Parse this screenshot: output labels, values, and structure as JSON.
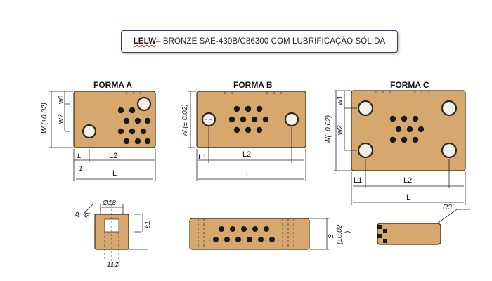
{
  "title": {
    "brand": "LELW",
    "rest": "– BRONZE SAE-430B/C86300 COM LUBRIFICAÇÃO SÓLIDA"
  },
  "forms": {
    "a": {
      "heading": "FORMA A",
      "w": "W (±0.02)",
      "w1": "w1",
      "w2": "w2",
      "l": "L",
      "l1": "1",
      "l2": "L2",
      "l_total": "L"
    },
    "b": {
      "heading": "FORMA B",
      "w": "W (± 0.02)",
      "l1": "L1",
      "l2": "L2",
      "l_total": "L"
    },
    "c": {
      "heading": "FORMA C",
      "w": "W(±0.02)",
      "w1": "w1",
      "w2": "w2",
      "l1": "L1",
      "l2": "L2",
      "l_total": "L",
      "r": "R3"
    }
  },
  "details": {
    "section": {
      "diameter": "Ø18",
      "r": "R",
      "r_val": "5",
      "s1": "s1",
      "bottom": "11Ø"
    },
    "side": {
      "s": "S",
      "s_tol": "(±0.02",
      "s_tol_close": ")"
    }
  },
  "colors": {
    "bronze": "#d6a86e",
    "plug": "#1a1a1a",
    "outline": "#3b2c1c"
  }
}
